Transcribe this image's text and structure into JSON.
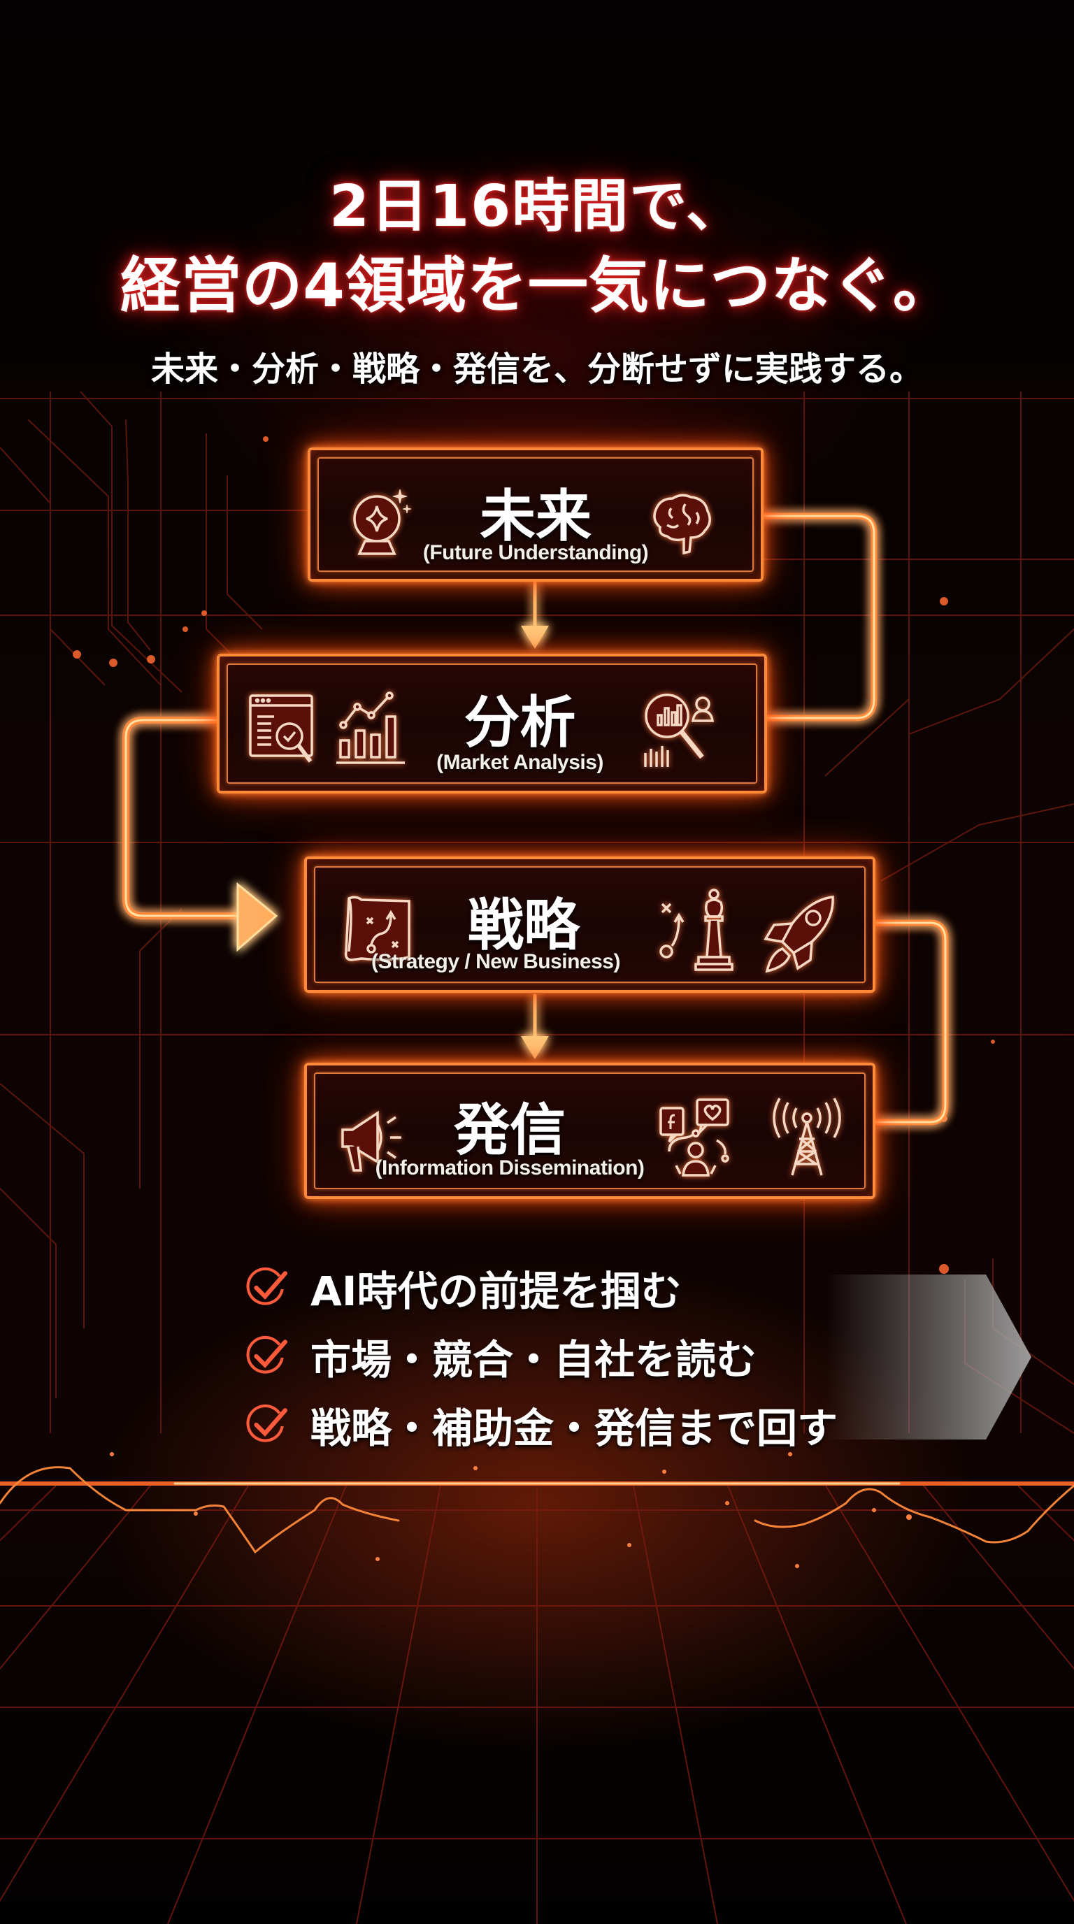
{
  "headline": {
    "line1": "2日16時間で、",
    "line2": "経営の4領域を一気につなぐ。",
    "subtitle": "未来・分析・戦略・発信を、分断せずに実践する。"
  },
  "steps": [
    {
      "title": "未来",
      "subtitle": "(Future Understanding)",
      "icons": [
        "crystal-ball-icon",
        "brain-icon"
      ]
    },
    {
      "title": "分析",
      "subtitle": "(Market Analysis)",
      "icons": [
        "report-search-icon",
        "bar-line-chart-icon",
        "magnifier-chart-user-icon"
      ]
    },
    {
      "title": "戦略",
      "subtitle": "(Strategy / New Business)",
      "icons": [
        "tactics-map-icon",
        "chess-bishop-play-icon",
        "rocket-icon"
      ]
    },
    {
      "title": "発信",
      "subtitle": "(Information Dissemination)",
      "icons": [
        "megaphone-icon",
        "social-network-icon",
        "broadcast-tower-icon"
      ]
    }
  ],
  "checklist": [
    {
      "text": "AI時代の前提を掴む"
    },
    {
      "text": "市場・競合・自社を読む"
    },
    {
      "text": "戦略・補助金・発信まで回す"
    }
  ],
  "colors": {
    "background": "#050202",
    "glow": "#ff7a2a",
    "box_fill": "#1a0504",
    "check": "#ff5a3c",
    "icon_line": "#f5d9c4"
  }
}
